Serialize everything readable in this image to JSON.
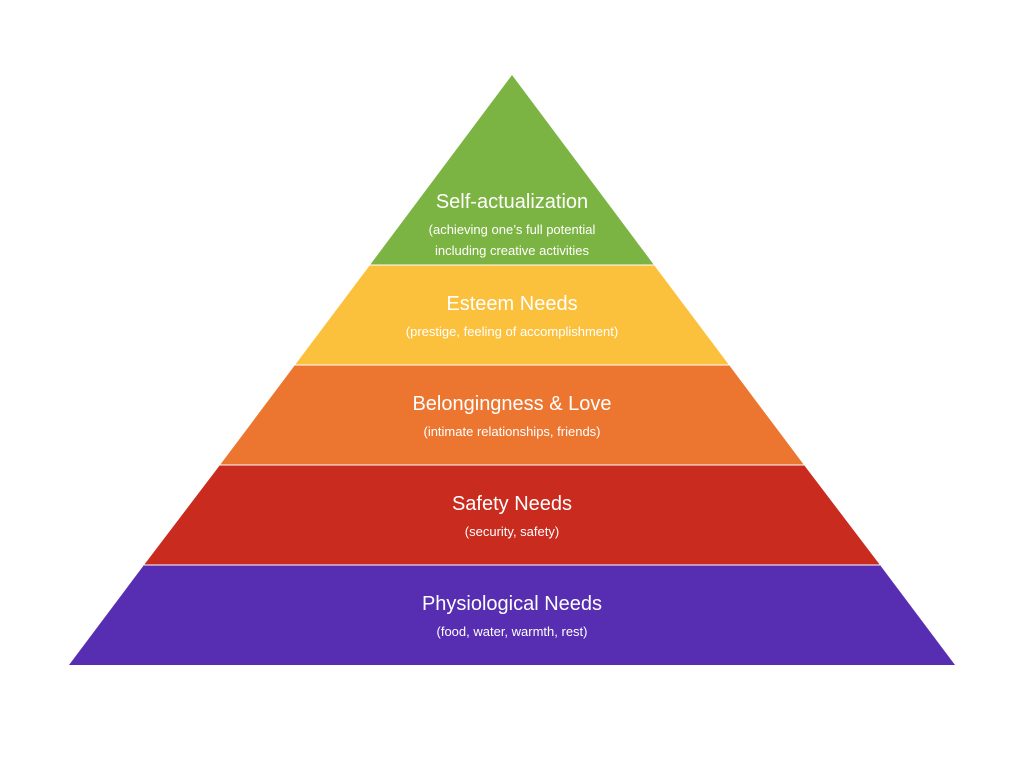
{
  "pyramid": {
    "tiers": [
      {
        "key": "self-actualization",
        "title": "Self-actualization",
        "desc1": "(achieving one’s full potential",
        "desc2": "including creative activities",
        "color": "#7cb443"
      },
      {
        "key": "esteem",
        "title": "Esteem Needs",
        "desc1": "(prestige, feeling of accomplishment)",
        "desc2": "",
        "color": "#fbc13c"
      },
      {
        "key": "belongingness",
        "title": "Belongingness & Love",
        "desc1": "(intimate relationships, friends)",
        "desc2": "",
        "color": "#ec7630"
      },
      {
        "key": "safety",
        "title": "Safety Needs",
        "desc1": "(security, safety)",
        "desc2": "",
        "color": "#c92b1f"
      },
      {
        "key": "physiological",
        "title": "Physiological Needs",
        "desc1": "(food, water, warmth, rest)",
        "desc2": "",
        "color": "#572db1"
      }
    ]
  }
}
